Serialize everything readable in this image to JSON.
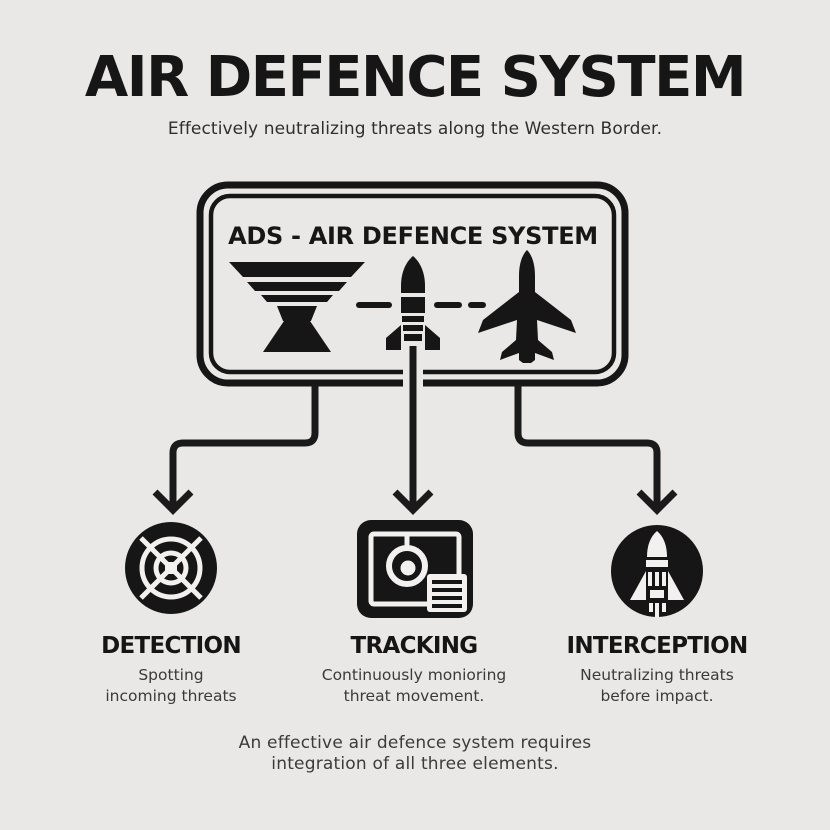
{
  "palette": {
    "background": "#e9e8e6",
    "ink": "#161616",
    "secondary_text": "#3a3a3a"
  },
  "header": {
    "title": "AIR DEFENCE SYSTEM",
    "subtitle": "Effectively neutralizing threats along the Western Border."
  },
  "ads_box": {
    "title": "ADS - AIR DEFENCE SYSTEM",
    "icons": [
      {
        "name": "radar-dish-icon"
      },
      {
        "name": "missile-icon"
      },
      {
        "name": "fighter-jet-icon"
      }
    ]
  },
  "columns": [
    {
      "id": "detection",
      "icon": "radar-scope-icon",
      "label": "DETECTION",
      "description": "Spotting\nincoming threats"
    },
    {
      "id": "tracking",
      "icon": "tracking-monitor-icon",
      "label": "TRACKING",
      "description": "Continuously monioring\nthreat movement."
    },
    {
      "id": "interception",
      "icon": "rocket-launch-icon",
      "label": "INTERCEPTION",
      "description": "Neutralizing threats\nbefore impact."
    }
  ],
  "footer": {
    "note": "An effective air defence system requires\nintegration of all three elements."
  }
}
